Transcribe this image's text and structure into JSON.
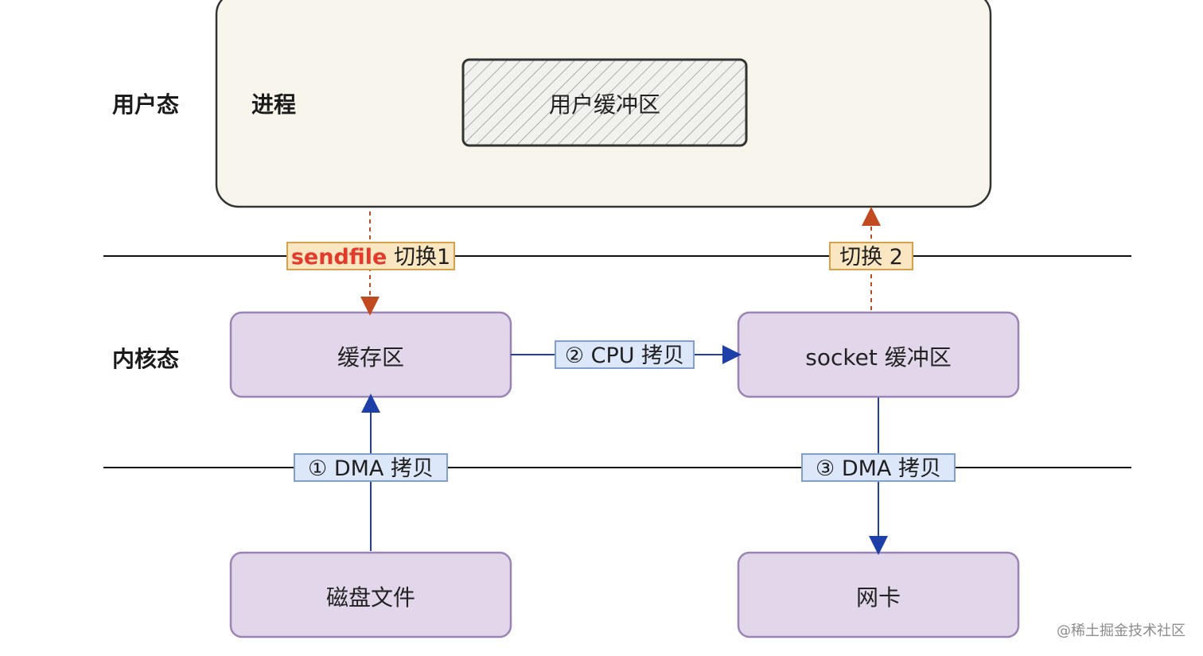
{
  "labels": {
    "user_mode": "用户态",
    "process": "进程",
    "kernel_mode": "内核态"
  },
  "boxes": {
    "user_buffer": "用户缓冲区",
    "cache": "缓存区",
    "socket_buffer": "socket 缓冲区",
    "disk_file": "磁盘文件",
    "nic": "网卡"
  },
  "tags": {
    "switch1_keyword": "sendfile",
    "switch1_text": " 切换1",
    "switch2": "切换 2",
    "cpu_copy": "② CPU 拷贝",
    "dma_copy_1": "① DMA 拷贝",
    "dma_copy_3": "③ DMA 拷贝"
  },
  "colors": {
    "process_fill": "#f7f5ec",
    "kernel_box_fill": "#e2d6ea",
    "kernel_box_stroke": "#9b84b5",
    "dashed_arrow": "#c14a21",
    "solid_arrow": "#1f3fa8",
    "keyword": "#e23a2b"
  },
  "watermark": "@稀土掘金技术社区"
}
